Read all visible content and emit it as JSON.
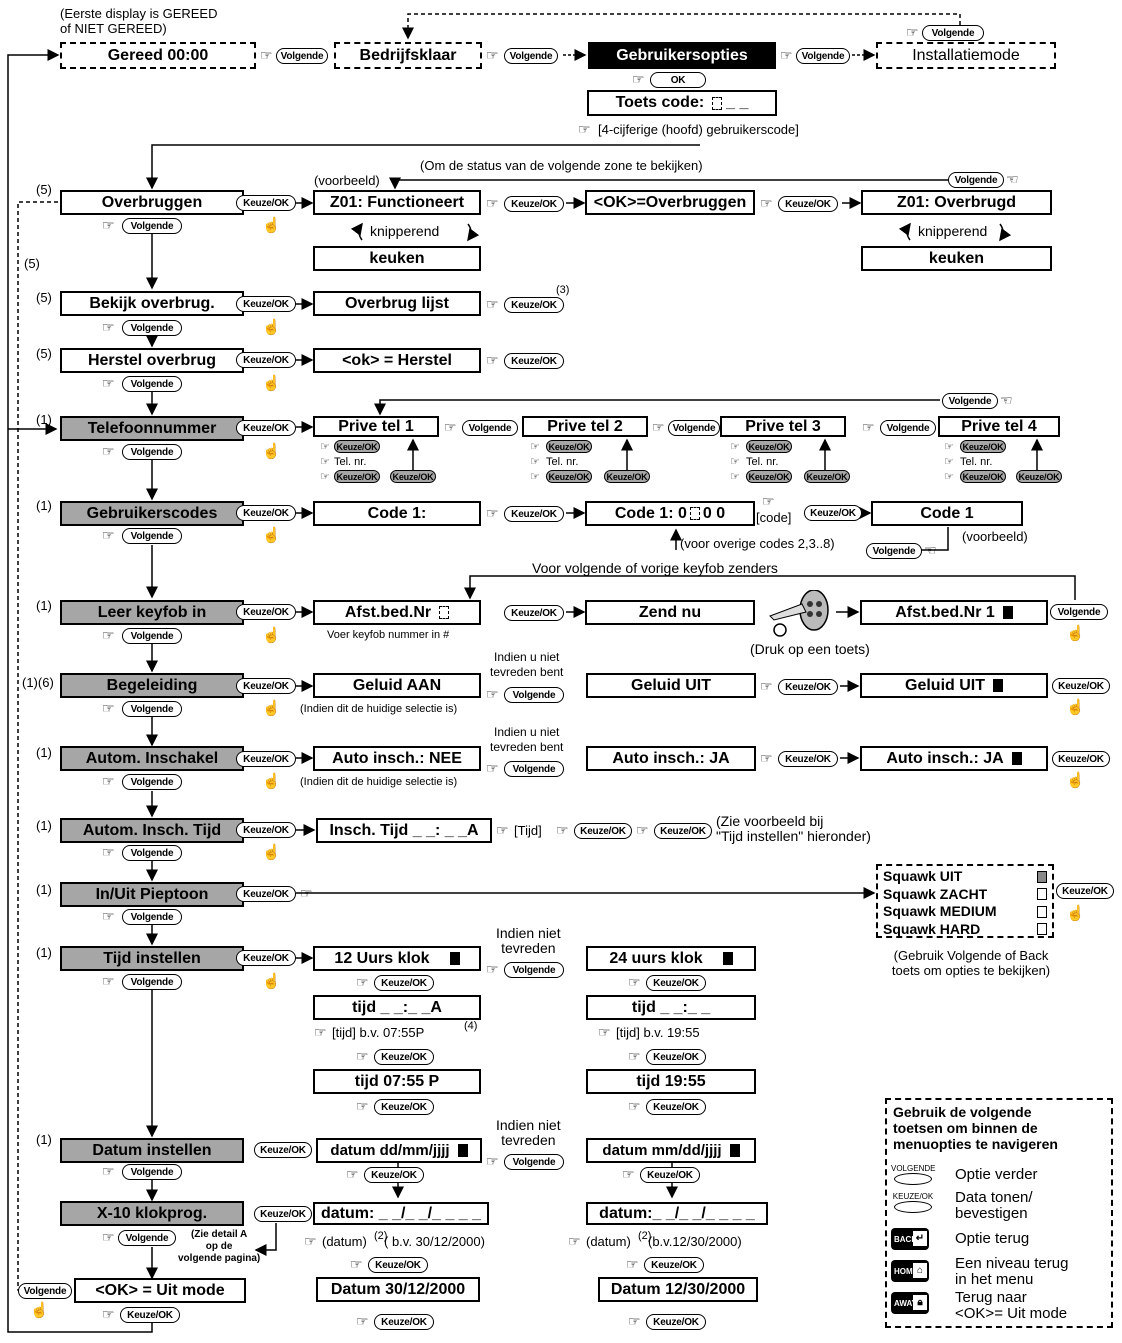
{
  "top": {
    "note": "(Eerste display is GEREED\nof NIET GEREED)",
    "gereed": "Gereed 00:00",
    "bedrijfsklaar": "Bedrijfsklaar",
    "gebruikersopties": "Gebruikersopties",
    "installatiemode": "Installatiemode",
    "toets_code": "Toets code:",
    "toets_code_blanks": "_ _",
    "code_hint": "[4-cijferige (hoofd) gebruikerscode]"
  },
  "keys": {
    "volgende": "Volgende",
    "keuze_ok": "Keuze/OK",
    "ok": "OK"
  },
  "refs": {
    "r1": "(1)",
    "r5": "(5)",
    "r3": "(3)",
    "r16": "(1)(6)",
    "r2": "(2)",
    "r4": "(4)"
  },
  "overbruggen": {
    "status_note": "(Om de status van de volgende zone te bekijken)",
    "voorbeeld": "(voorbeeld)",
    "menu": "Overbruggen",
    "z01_func": "Z01: Functioneert",
    "ok_overbruggen": "<OK>=Overbruggen",
    "z01_overbrugd": "Z01: Overbrugd",
    "knipperend": "knipperend",
    "keuken": "keuken"
  },
  "bekijk": {
    "menu": "Bekijk overbrug.",
    "box": "Overbrug lijst"
  },
  "herstel": {
    "menu": "Herstel overbrug",
    "box": "<ok> = Herstel"
  },
  "telefoon": {
    "menu": "Telefoonnummer",
    "tels": [
      "Prive tel 1",
      "Prive tel 2",
      "Prive tel 3",
      "Prive tel 4"
    ],
    "telnr": "Tel. nr."
  },
  "codes": {
    "menu": "Gebruikerscodes",
    "code1": "Code 1:",
    "code1_val_a": "Code 1: 0",
    "code1_val_b": "0 0",
    "code_bracket": "[code]",
    "code1_final": "Code 1",
    "voorbeeld": "(voorbeeld)",
    "overige": "(voor overige codes 2,3..8)"
  },
  "keyfob": {
    "note": "Voor volgende of vorige keyfob zenders",
    "menu": "Leer keyfob in",
    "afst": "Afst.bed.Nr",
    "zend": "Zend nu",
    "afst1": "Afst.bed.Nr 1",
    "voer": "Voer keyfob nummer in #",
    "druk": "(Druk op een toets)"
  },
  "niet_tevreden": "Indien u niet\ntevreden bent",
  "niet_tevreden2": "Indien niet\ntevreden",
  "huidige": "(Indien dit de huidige selectie is)",
  "begeleiding": {
    "menu": "Begeleiding",
    "aan": "Geluid AAN",
    "uit": "Geluid UIT"
  },
  "autom": {
    "menu": "Autom. Inschakel",
    "nee": "Auto insch.: NEE",
    "ja": "Auto insch.: JA"
  },
  "insch_tijd": {
    "menu": "Autom. Insch. Tijd",
    "box": "Insch. Tijd _ _: _ _A",
    "tijd_label": "[Tijd]",
    "note": "(Zie voorbeeld bij\n\"Tijd instellen\" hieronder)"
  },
  "pieptoon": {
    "menu": "In/Uit Pieptoon",
    "squawks": [
      "Squawk UIT",
      "Squawk ZACHT",
      "Squawk MEDIUM",
      "Squawk HARD"
    ],
    "note": "(Gebruik Volgende of Back\ntoets om opties te bekijken)"
  },
  "tijd": {
    "menu": "Tijd instellen",
    "klok12": "12 Uurs klok",
    "klok24": "24 uurs klok",
    "tijd12": "tijd _ _:_ _A",
    "tijd24": "tijd _ _:_ _",
    "hint12": "[tijd] b.v. 07:55P",
    "hint24": "[tijd] b.v. 19:55",
    "res12": "tijd 07:55 P",
    "res24": "tijd 19:55"
  },
  "datum": {
    "menu": "Datum instellen",
    "fmt1": "datum dd/mm/jjjj",
    "fmt2": "datum mm/dd/jjjj",
    "blank1": "datum: _ _/_ _/_ _ _ _",
    "blank2": "datum:_ _/_ _/_ _ _ _",
    "hint1a": "(datum)",
    "hint1b": "( b.v. 30/12/2000)",
    "hint2a": "(datum)",
    "hint2b": "(b.v.12/30/2000)",
    "res1": "Datum 30/12/2000",
    "res2": "Datum 12/30/2000"
  },
  "x10": {
    "menu": "X-10 klokprog.",
    "detail": "(Zie detail A\nop de\nvolgende pagina)"
  },
  "uitmode": {
    "menu": "<OK> = Uit mode"
  },
  "legend": {
    "title": "Gebruik de volgende\ntoetsen om binnen de\nmenuopties te navigeren",
    "volgende_key": "VOLGENDE",
    "keuze_key": "KEUZE/OK",
    "back_key": "BACK",
    "home_key": "HOME",
    "away_key": "AWAY",
    "items": [
      "Optie verder",
      "Data tonen/\nbevestigen",
      "Optie terug",
      "Een niveau terug\nin het menu",
      "Terug naar\n<OK>= Uit mode"
    ]
  }
}
